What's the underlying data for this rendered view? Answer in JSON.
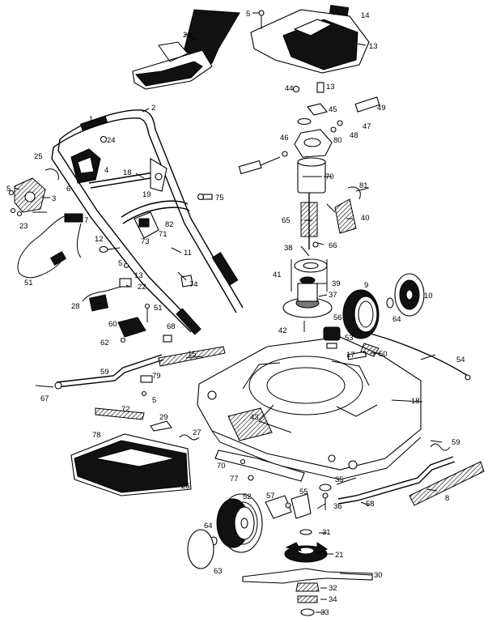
{
  "labels": {
    "l1": "1",
    "l2": "2",
    "l3": "3",
    "l4": "4",
    "l5a": "5",
    "l5b": "5",
    "l5c": "5",
    "l5d": "5",
    "l6": "6",
    "l7": "7",
    "l8": "8",
    "l9": "9",
    "l10": "10",
    "l11": "11",
    "l12": "12",
    "l13a": "13",
    "l13b": "13",
    "l13c": "13",
    "l14": "14",
    "l15": "15",
    "l17": "17",
    "l18a": "18",
    "l18b": "18",
    "l19": "19",
    "l20": "20",
    "l21": "21",
    "l22": "22",
    "l23": "23",
    "l24": "24",
    "l25": "25",
    "l26": "26",
    "l27": "27",
    "l28": "28",
    "l29": "29",
    "l30": "30",
    "l31": "31",
    "l32": "32",
    "l33": "33",
    "l34": "34",
    "l35": "35",
    "l36": "36",
    "l37": "37",
    "l38": "38",
    "l39": "39",
    "l40": "40",
    "l41": "41",
    "l42": "42",
    "l43": "43",
    "l44": "44",
    "l45": "45",
    "l46": "46",
    "l47": "47",
    "l48": "48",
    "l49": "49",
    "l50": "50",
    "l51a": "51",
    "l51b": "51",
    "l52": "52",
    "l53": "53",
    "l54": "54",
    "l55": "55",
    "l56": "56",
    "l57": "57",
    "l58": "58",
    "l59a": "59",
    "l59b": "59",
    "l60": "60",
    "l62": "62",
    "l63": "63",
    "l64a": "64",
    "l64b": "64",
    "l65": "65",
    "l66": "66",
    "l67": "67",
    "l68": "68",
    "l70a": "70",
    "l70b": "70",
    "l71": "71",
    "l72": "72",
    "l73": "73",
    "l74": "74",
    "l75": "75",
    "l77": "77",
    "l78": "78",
    "l79": "79",
    "l80": "80",
    "l81": "81",
    "l82": "82"
  },
  "colors": {
    "ink": "#000000",
    "paper": "#ffffff",
    "shade": "#777777"
  }
}
